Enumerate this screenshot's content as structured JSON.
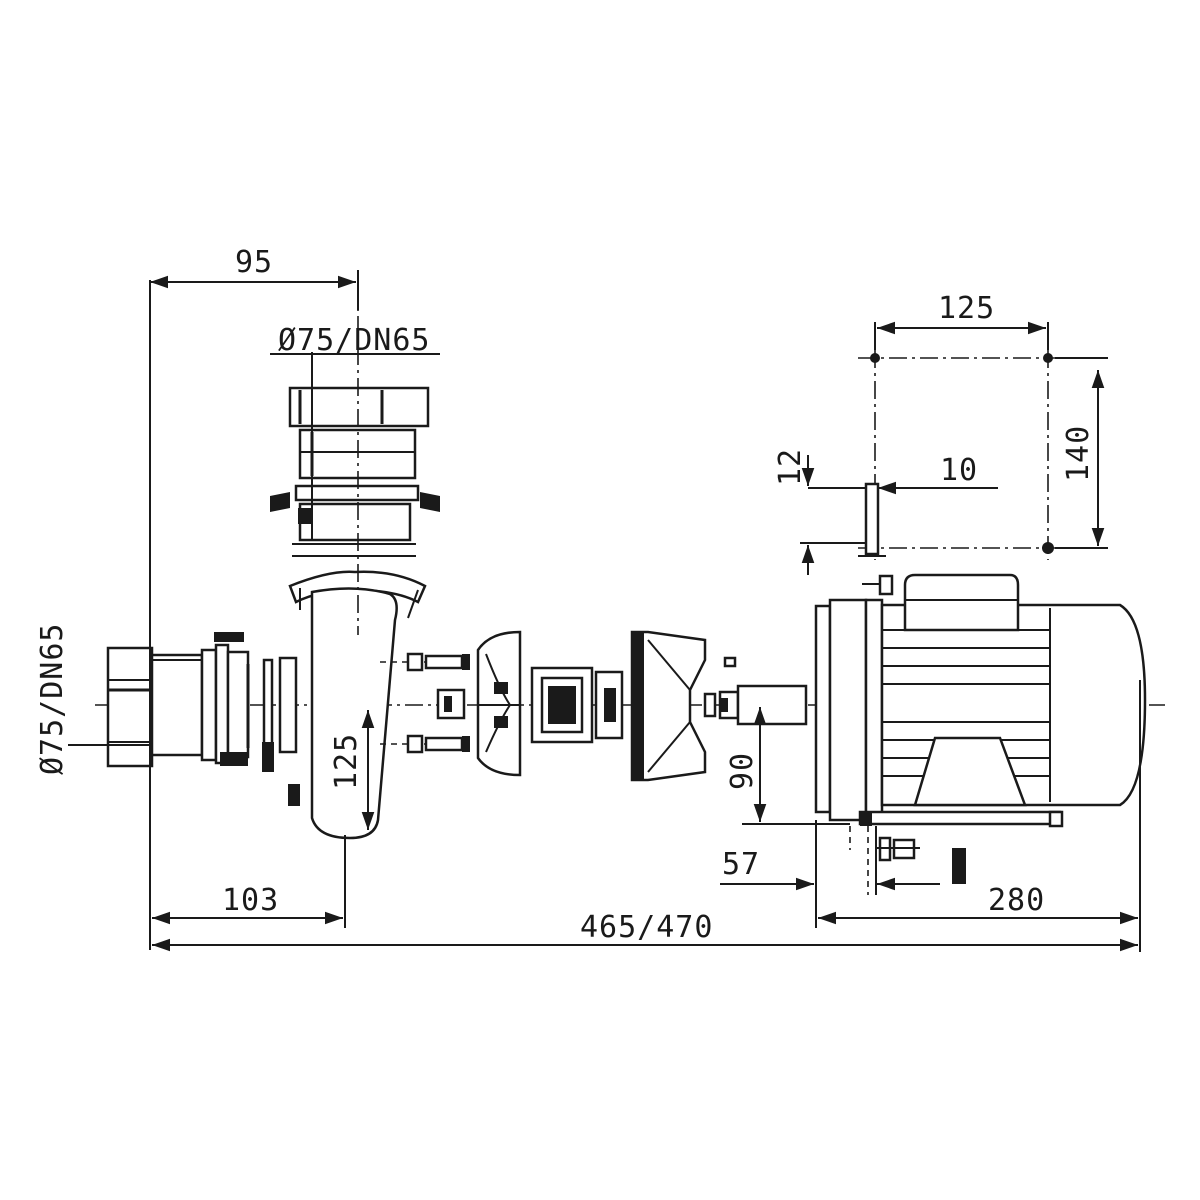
{
  "dimensions": {
    "suction_offset": "95",
    "discharge_connection": "Ø75/DN65",
    "suction_connection": "Ø75/DN65",
    "foot_hole_spacing_length": "125",
    "foot_hole_spacing_width": "140",
    "foot_thickness": "12",
    "foot_hole_offset": "10",
    "casing_height": "125",
    "shaft_height": "90",
    "foot_offset": "57",
    "casing_length": "103",
    "motor_length": "280",
    "total_length": "465/470"
  }
}
